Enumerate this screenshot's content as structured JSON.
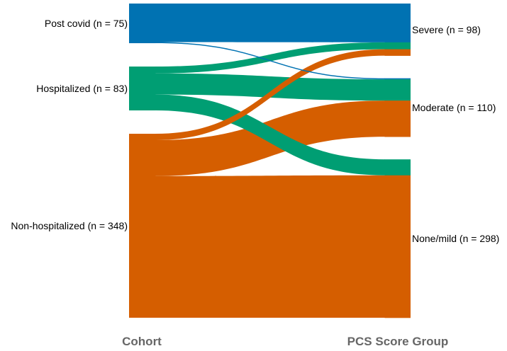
{
  "chart_data": {
    "type": "sankey",
    "title": "",
    "axis_labels": {
      "left": "Cohort",
      "right": "PCS Score Group"
    },
    "left_nodes": [
      {
        "id": "post_covid",
        "label": "Post covid (n = 75)",
        "value": 75,
        "color": "#0072B2"
      },
      {
        "id": "hospitalized",
        "label": "Hospitalized (n = 83)",
        "value": 83,
        "color": "#009E73"
      },
      {
        "id": "non_hospitalized",
        "label": "Non-hospitalized (n = 348)",
        "value": 348,
        "color": "#D55E00"
      }
    ],
    "right_nodes": [
      {
        "id": "severe",
        "label": "Severe (n = 98)",
        "value": 98
      },
      {
        "id": "moderate",
        "label": "Moderate (n = 110)",
        "value": 110
      },
      {
        "id": "none_mild",
        "label": "None/mild (n = 298)",
        "value": 298
      }
    ],
    "flows": [
      {
        "source": "post_covid",
        "target": "severe",
        "value": 73
      },
      {
        "source": "post_covid",
        "target": "moderate",
        "value": 2
      },
      {
        "source": "hospitalized",
        "target": "severe",
        "value": 13
      },
      {
        "source": "hospitalized",
        "target": "moderate",
        "value": 40
      },
      {
        "source": "hospitalized",
        "target": "none_mild",
        "value": 30
      },
      {
        "source": "non_hospitalized",
        "target": "severe",
        "value": 12
      },
      {
        "source": "non_hospitalized",
        "target": "moderate",
        "value": 68
      },
      {
        "source": "non_hospitalized",
        "target": "none_mild",
        "value": 268
      }
    ],
    "colors": {
      "post_covid": "#0072B2",
      "hospitalized": "#009E73",
      "non_hospitalized": "#D55E00"
    }
  }
}
